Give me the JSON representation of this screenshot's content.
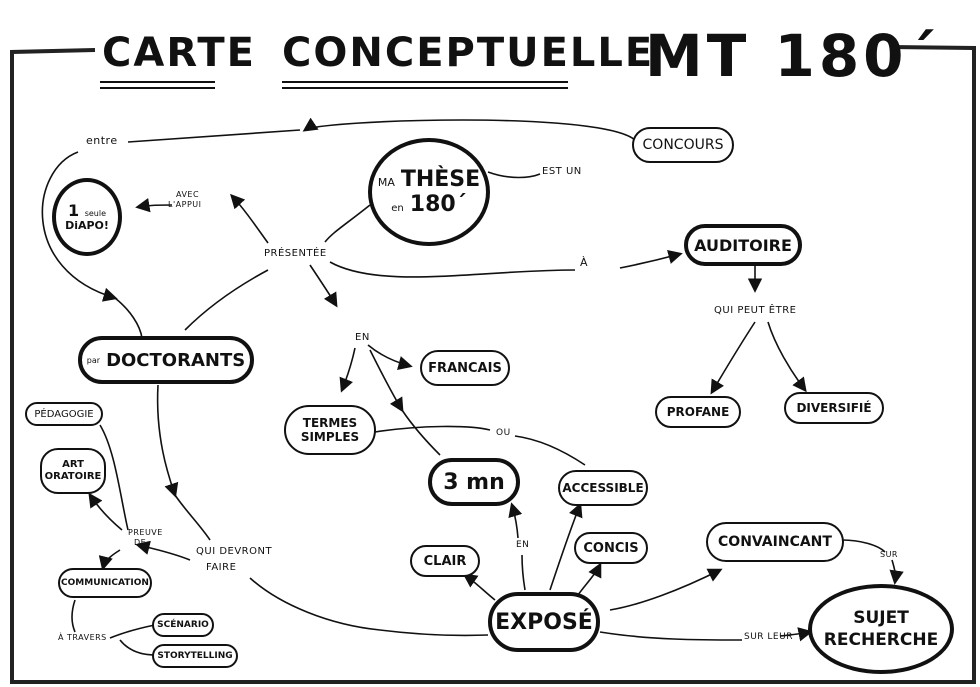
{
  "title": {
    "left": "CARTE",
    "middle": "CONCEPTUELLE",
    "right": "MT 180´"
  },
  "center": {
    "ma": "MA",
    "these": "THÈSE",
    "en": "en",
    "n180": "180´"
  },
  "nodes": {
    "concours": "CONCOURS",
    "une_seule_diapo_1": "1",
    "une_seule_diapo_2": "seule",
    "une_seule_diapo_3": "DiAPO!",
    "par": "par",
    "doctorants": "DOCTORANTS",
    "auditoire": "AUDITOIRE",
    "francais": "FRANCAIS",
    "termes_simples_1": "TERMES",
    "termes_simples_2": "SIMPLES",
    "trois_mn": "3 mn",
    "accessible": "ACCESSIBLE",
    "profane": "PROFANE",
    "diversifie": "DIVERSIFIÉ",
    "pedagogie": "PÉDAGOGIE",
    "art_oratoire_1": "ART",
    "art_oratoire_2": "ORATOIRE",
    "communication": "COMMUNICATION",
    "scenario": "SCÉNARIO",
    "storytelling": "STORYTELLING",
    "clair": "CLAIR",
    "concis": "CONCIS",
    "expose": "EXPOSÉ",
    "convaincant": "CONVAINCANT",
    "sujet_recherche_1": "SUJET",
    "sujet_recherche_2": "RECHERCHE"
  },
  "links": {
    "entre": "entre",
    "est_un": "EST UN",
    "avec_appui_1": "AVEC",
    "avec_appui_2": "L'APPUI",
    "presentee": "PRÉSENTÉE",
    "a": "À",
    "qui_peut_etre": "QUI PEUT ÊTRE",
    "en_1": "EN",
    "ou": "OU",
    "preuve_de_1": "PREUVE",
    "preuve_de_2": "DE",
    "qui_devront_faire_1": "QUI DEVRONT",
    "qui_devront_faire_2": "FAIRE",
    "a_travers": "À TRAVERS",
    "en_2": "EN",
    "sur": "SUR",
    "sur_leur": "SUR LEUR"
  }
}
